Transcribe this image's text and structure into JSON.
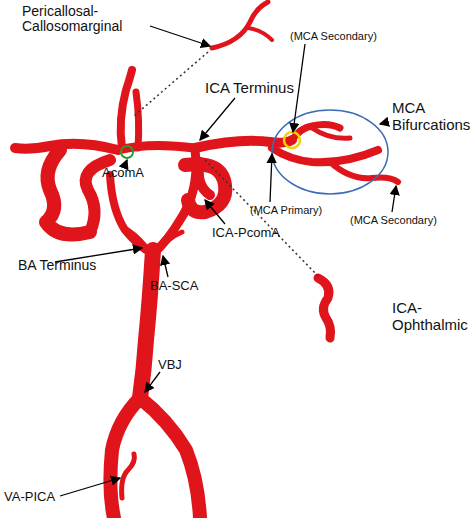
{
  "diagram": {
    "labels": [
      "Pericallosal- Callosomarginal",
      "ICA Terminus",
      "(MCA Secondary)",
      "MCA Bifurcations",
      "AcomA",
      "(MCA Primary)",
      "(MCA Secondary)",
      "BA Terminus",
      "ICA-PcomA",
      "BA-SCA",
      "ICA- Ophthalmic",
      "VBJ",
      "VA-PICA"
    ]
  }
}
